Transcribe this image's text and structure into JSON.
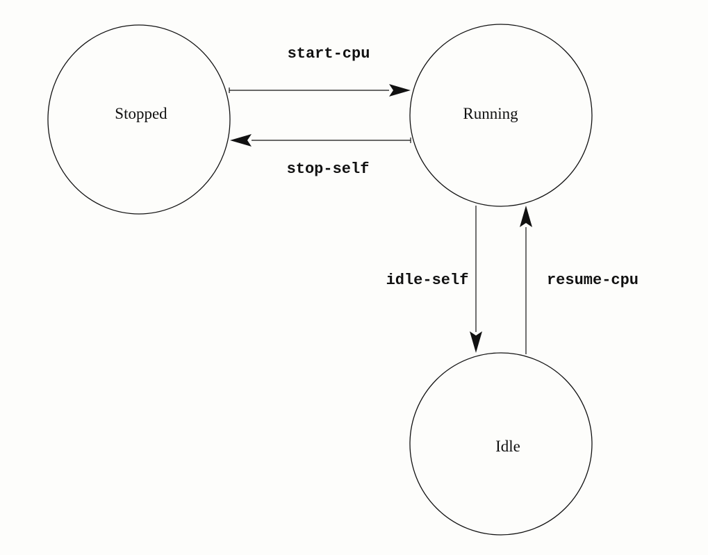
{
  "states": {
    "stopped": "Stopped",
    "running": "Running",
    "idle": "Idle"
  },
  "transitions": {
    "start_cpu": "start-cpu",
    "stop_self": "stop-self",
    "idle_self": "idle-self",
    "resume_cpu": "resume-cpu"
  }
}
